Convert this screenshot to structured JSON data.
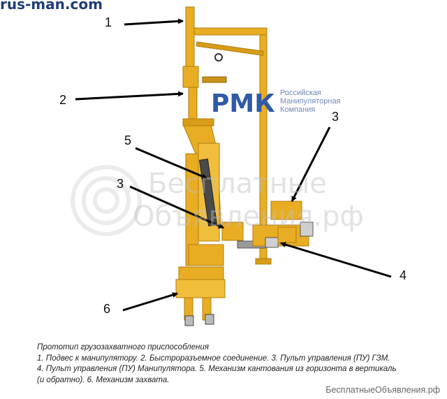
{
  "site_header": "rus-man.com",
  "callouts": [
    "1",
    "2",
    "3",
    "5",
    "3",
    "4",
    "6"
  ],
  "logo": {
    "mark": "РМК",
    "lines": [
      "Российская",
      "Манипуляторная",
      "Компания"
    ],
    "mark_color": "#2f5aa8",
    "text_color": "#6f88b8"
  },
  "watermark": {
    "line1": "Бесплатные",
    "line2": "Объявления.рф"
  },
  "caption": {
    "title": "Прототип грузозахватного приспособления",
    "line1": "1. Подвес к манипулятору. 2. Быстроразъемное соединение. 3. Пульт управления (ПУ) ГЗМ.",
    "line2": "4. Пульт управления (ПУ) Манипулятора. 5. Механизм кантования из горизонта в вертикаль",
    "line3": "(и обратно). 6. Механизм захвата."
  },
  "footer": "БесплатныеОбъявления.рф",
  "colors": {
    "frame": "#e8ad22",
    "frame_dark": "#b07d12",
    "arrow": "#000000"
  }
}
